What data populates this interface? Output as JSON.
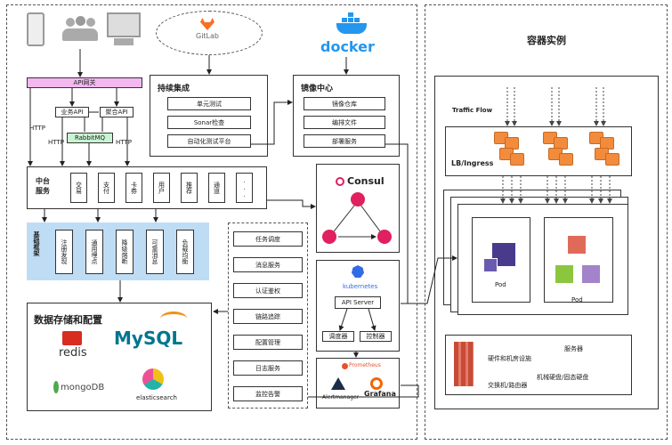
{
  "left": {
    "api_gateway": "API网关",
    "biz_api": "业务API",
    "agg_api": "聚合API",
    "rabbitmq": "RabbitMQ",
    "http": "HTTP",
    "middle_title": "中台\n服务",
    "middle_items": [
      "交易",
      "支付",
      "卡券",
      "用户",
      "推荐",
      "通道",
      "..."
    ],
    "framework_title": "基础框架",
    "framework_items": [
      "注册发现",
      "通用埋点",
      "降级熔断",
      "可靠消息",
      "负载均衡"
    ],
    "storage_title": "数据存储和配置",
    "storage": {
      "redis": "redis",
      "mysql": "MySQL",
      "mongodb": "mongoDB",
      "elasticsearch": "elasticsearch"
    },
    "ops_items": [
      "任务调度",
      "消息服务",
      "认证鉴权",
      "链路追踪",
      "配置管理",
      "日志服务",
      "监控告警"
    ]
  },
  "ci": {
    "gitlab": "GitLab",
    "title": "持续集成",
    "items": [
      "单元测试",
      "Sonar检查",
      "自动化测试平台"
    ]
  },
  "registry": {
    "docker": "docker",
    "title": "镜像中心",
    "items": [
      "镜像仓库",
      "编排文件",
      "部署服务"
    ]
  },
  "consul": {
    "label": "Consul"
  },
  "k8s": {
    "label": "kubernetes",
    "api_server": "API Server",
    "scheduler": "调度器",
    "controller": "控制器"
  },
  "monitor": {
    "prometheus": "Prometheus",
    "alertmanager": "Alertmanager",
    "grafana": "Grafana"
  },
  "container": {
    "title": "容器实例",
    "traffic_flow": "Traffic Flow",
    "lb": "LB/Ingress",
    "pod": "Pod",
    "infra": [
      "服务器",
      "硬件和机房设施",
      "交换机/路由器",
      "机械硬盘/固态硬盘"
    ]
  },
  "colors": {
    "api_gateway": "#f3b8f0",
    "rabbitmq": "#c9f3d2",
    "framework": "#bfdcf5",
    "lb_orange": "#f28c3c",
    "k8s_blue": "#326ce5",
    "consul_pink": "#e0205f"
  }
}
